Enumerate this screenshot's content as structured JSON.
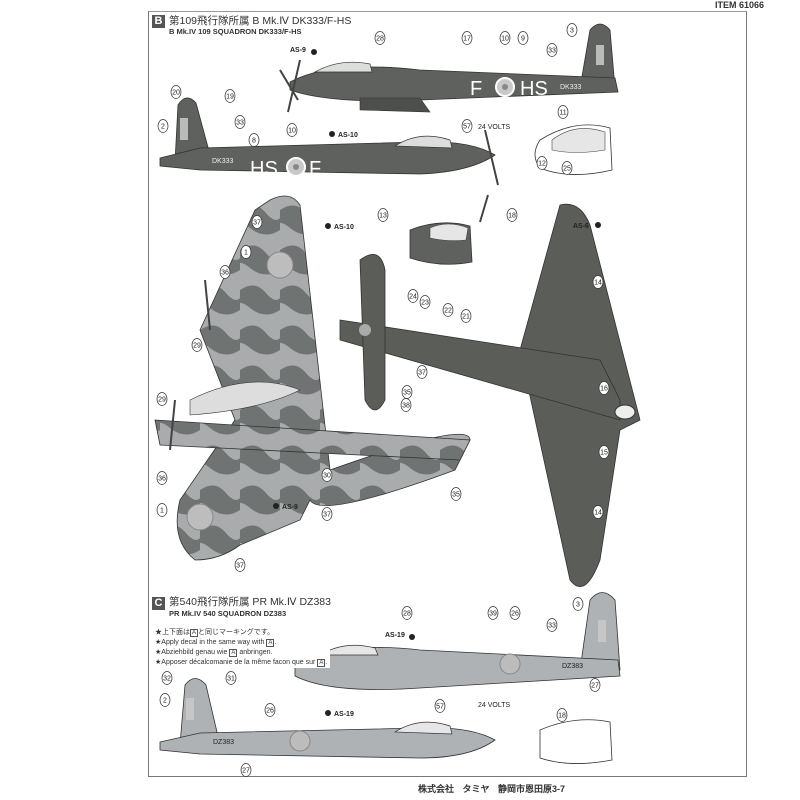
{
  "item_number": "ITEM 61066",
  "section_b": {
    "badge": "B",
    "title_jp": "第109飛行隊所属 B Mk.Ⅳ DK333/F-HS",
    "title_en": "B Mk.IV 109 SQUADRON DK333/F-HS",
    "codes_right": "F",
    "codes_right2": "HS",
    "serial": "DK333",
    "codes_left": "HS",
    "codes_left2": "F",
    "volts": "24 VOLTS"
  },
  "section_c": {
    "badge": "C",
    "title_jp": "第540飛行隊所属 PR Mk.Ⅳ DZ383",
    "title_en": "PR Mk.IV 540 SQUADRON DZ383",
    "serial": "DZ383",
    "volts": "24 VOLTS",
    "notes": [
      "★上下面は",
      "と同じマーキングです。",
      "★Apply decal in the same way with",
      ".",
      "★Abziehbild genau wie",
      "anbringen.",
      "★Apposer décalcomanie de la même facon que sur",
      "."
    ],
    "ref_letter": "A"
  },
  "paint_codes": {
    "as9": "AS-9",
    "as10": "AS-10",
    "as6": "AS-6",
    "as19": "AS-19"
  },
  "callouts": [
    "28",
    "17",
    "10",
    "9",
    "3",
    "33",
    "20",
    "19",
    "2",
    "33",
    "8",
    "10",
    "11",
    "12",
    "25",
    "13",
    "57",
    "18",
    "37",
    "1",
    "36",
    "29",
    "14",
    "24",
    "23",
    "22",
    "21",
    "37",
    "35",
    "38",
    "16",
    "15",
    "30",
    "35",
    "37",
    "1",
    "37",
    "36",
    "29",
    "14",
    "28",
    "39",
    "26",
    "3",
    "33",
    "32",
    "31",
    "2",
    "26",
    "27",
    "27",
    "18",
    "57"
  ],
  "footer": {
    "company": "株式会社 タミヤ",
    "address": "静岡市恩田原3-7"
  },
  "colors": {
    "dark_green": "#5a5d58",
    "ocean_grey": "#8c8f8e",
    "medium_sea_grey": "#b7b9b8",
    "pru_blue": "#9a9fa3",
    "roundel": "#c8c8c8"
  }
}
